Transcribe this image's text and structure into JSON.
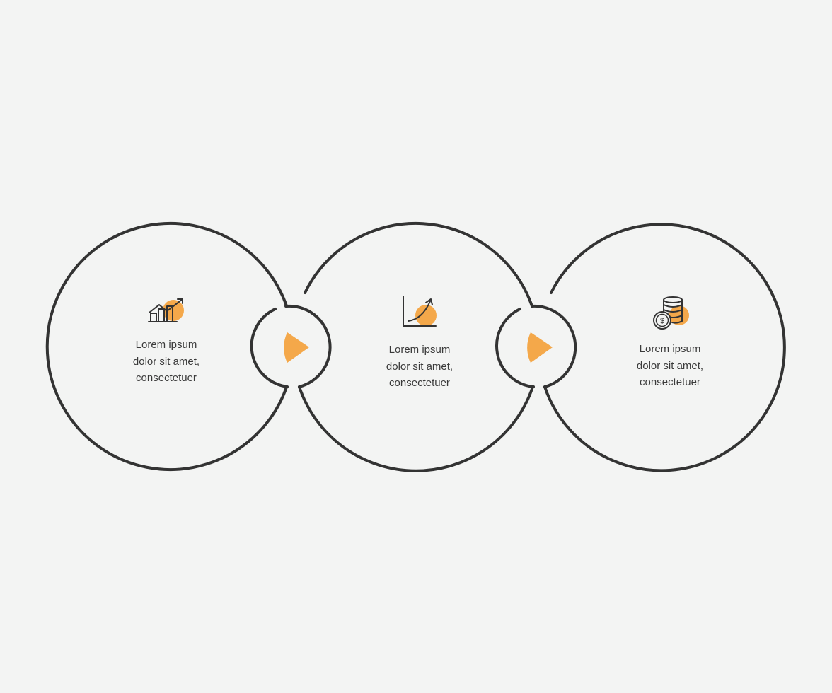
{
  "accent_color": "#f4a84a",
  "line_color": "#333333",
  "background_color": "#f3f4f3",
  "steps": [
    {
      "icon": "bar-chart-trend-icon",
      "lines": [
        "Lorem ipsum",
        "dolor sit amet,",
        "consectetuer"
      ]
    },
    {
      "icon": "growth-chart-arrow-icon",
      "lines": [
        "Lorem ipsum",
        "dolor sit amet,",
        "consectetuer"
      ]
    },
    {
      "icon": "coin-stack-dollar-icon",
      "lines": [
        "Lorem ipsum",
        "dolor sit amet,",
        "consectetuer"
      ]
    }
  ],
  "connectors": [
    {
      "icon": "play-arrow-icon"
    },
    {
      "icon": "play-arrow-icon"
    }
  ]
}
